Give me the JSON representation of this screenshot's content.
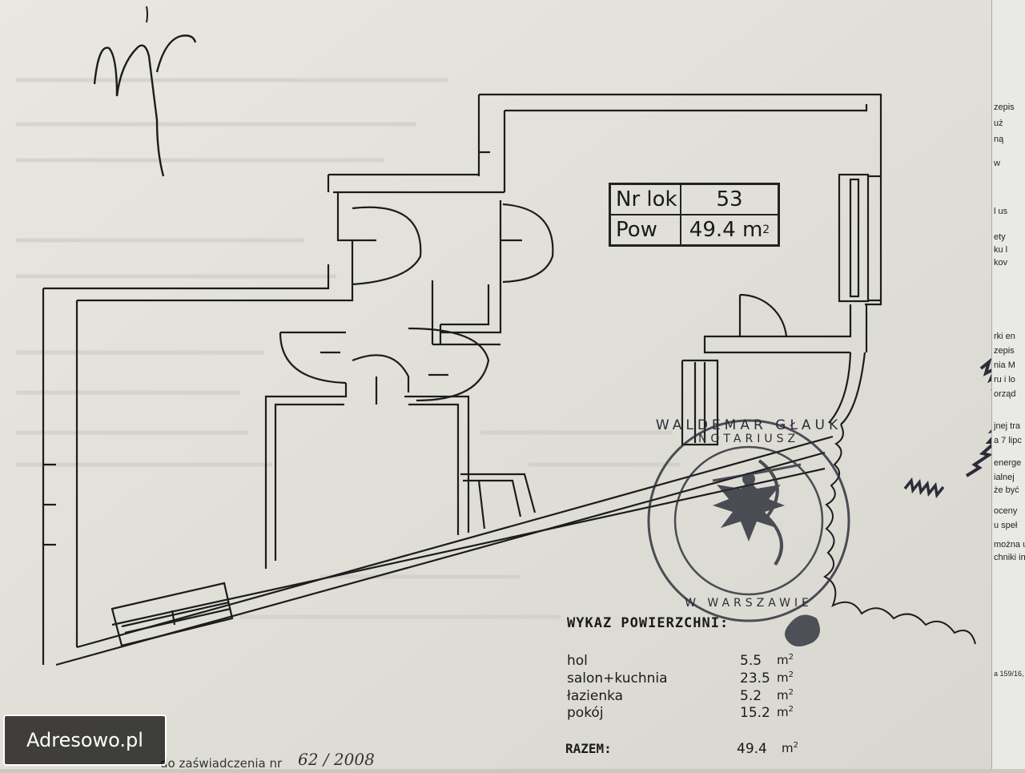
{
  "watermark": {
    "text": "Adresowo.pl"
  },
  "unit_box": {
    "number_label": "Nr lok",
    "number_value": "53",
    "area_label": "Pow",
    "area_value": "49.4 m",
    "area_unit_sup": "2"
  },
  "area_list": {
    "title": "WYKAZ POWIERZCHNI:",
    "rooms": [
      {
        "name": "hol",
        "area": "5.5"
      },
      {
        "name": "salon+kuchnia",
        "area": "23.5"
      },
      {
        "name": "łazienka",
        "area": "5.2"
      },
      {
        "name": "pokój",
        "area": "15.2"
      }
    ],
    "unit": "m",
    "unit_sup": "2",
    "total_label": "RAZEM:",
    "total_value": "49.4"
  },
  "certificate": {
    "note": "do zaświadczenia nr",
    "number": "62 / 2008"
  },
  "stamp": {
    "top_text": "WALDEMAR GŁAUK",
    "side_text": "NOTARIUSZ",
    "bottom_text": "W WARSZAWIE"
  },
  "handwriting": {
    "initials": "Nr"
  },
  "side_document_fragments": [
    "zepis",
    "uż",
    "ną",
    "w",
    "l us",
    "ety",
    "ku l",
    "kov",
    "rki en",
    "zepis",
    "nia M",
    "ru i lo",
    "orząd",
    "jnej tra",
    "a 7 lipc",
    "energe",
    "ialnej",
    "że być",
    "oceny",
    "u speł",
    "można u",
    "chniki in",
    "a 159/16,"
  ],
  "colors": {
    "paper": "#e4e3dc",
    "ink": "#1c1c1c",
    "stamp_ink": "#2a2d38"
  }
}
